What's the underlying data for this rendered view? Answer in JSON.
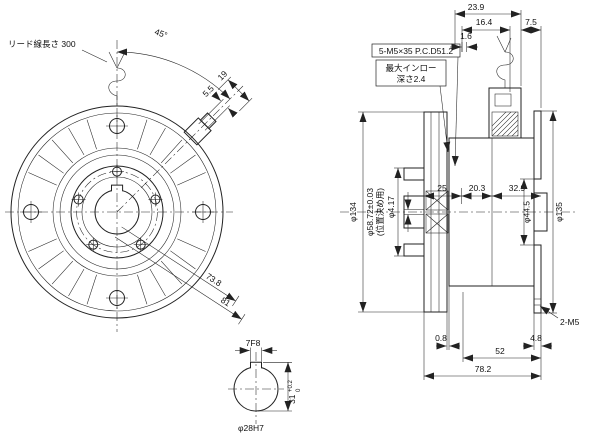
{
  "front_view": {
    "lead_label": "リード線長さ 300",
    "angle_label": "45°",
    "dim_terminal_length": "19",
    "dim_terminal_width": "5.5",
    "dim_radius_inner": "73.8",
    "dim_radius_outer": "81"
  },
  "side_view": {
    "dim_23_9": "23.9",
    "dim_16_4": "16.4",
    "dim_7_5": "7.5",
    "dim_1_6": "1.6",
    "callout_mounting_bolts": "5-M5×35 P.C.D51.2",
    "callout_spigot_line1": "最大インロー",
    "callout_spigot_line2": "深さ2.4",
    "dia_134": "φ134",
    "dia_58_72": "φ58.72±0.03",
    "dia_58_72_note": "(位置決め用)",
    "dia_4_17": "φ4.17",
    "dim_25": "25",
    "dim_20_3": "20.3",
    "dim_32_9": "32.9",
    "dia_44_5": "φ44.5",
    "dia_135": "φ135",
    "dim_0_8": "0.8",
    "dim_52": "52",
    "dim_78_2": "78.2",
    "dim_4_8": "4.8",
    "callout_tapped_holes": "2-M5"
  },
  "detail_view": {
    "keyway_width": "7F8",
    "keyway_depth": "31",
    "tol_upper": "+0.2",
    "tol_lower": "0",
    "bore_label": "φ28H7"
  }
}
